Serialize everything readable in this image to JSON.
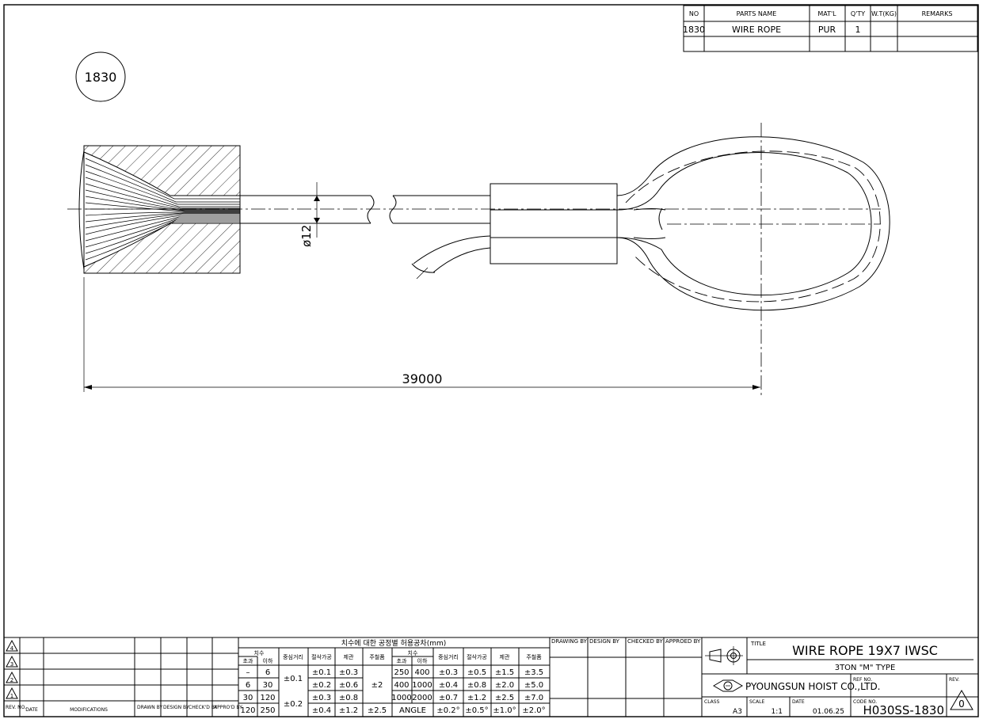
{
  "parts_list": {
    "headers": [
      "NO",
      "PARTS NAME",
      "MAT'L",
      "Q'TY",
      "W.T(KG)",
      "REMARKS"
    ],
    "rows": [
      [
        "1830",
        "WIRE ROPE",
        "PUR",
        "1",
        "",
        ""
      ]
    ]
  },
  "drawing": {
    "balloon": "1830",
    "dia_label": "ø12",
    "length_label": "39000"
  },
  "revisions": {
    "marks": [
      "4",
      "3",
      "2",
      "1"
    ],
    "footer": [
      "REV. NO.",
      "DATE",
      "MODIFICATIONS",
      "DRAWN BY",
      "DESIGN BY",
      "CHECK'D BY",
      "APPRO'D BY"
    ]
  },
  "tolerance": {
    "title": "치수에 대한 공정별 허용공차(mm)",
    "left_head": [
      "치수",
      "초과",
      "이하",
      "중심거리",
      "절삭가공",
      "제관",
      "주철품"
    ],
    "right_head": [
      "치수",
      "초과",
      "이하",
      "중심거리",
      "절삭가공",
      "제관",
      "주철품"
    ],
    "left_rows": [
      [
        "–",
        "6",
        "±0.1",
        "±0.3"
      ],
      [
        "6",
        "30",
        "±0.2",
        "±0.6"
      ],
      [
        "30",
        "120",
        "±0.3",
        "±0.8"
      ],
      [
        "120",
        "250",
        "±0.4",
        "±1.2"
      ]
    ],
    "left_center": [
      "±0.1",
      "±0.2"
    ],
    "left_cast": [
      "±2",
      "±2.5"
    ],
    "right_rows": [
      [
        "250",
        "400",
        "±0.3",
        "±0.5",
        "±1.5",
        "±3.5"
      ],
      [
        "400",
        "1000",
        "±0.4",
        "±0.8",
        "±2.0",
        "±5.0"
      ],
      [
        "1000",
        "2000",
        "±0.7",
        "±1.2",
        "±2.5",
        "±7.0"
      ],
      [
        "ANGLE",
        "",
        "±0.2°",
        "±0.5°",
        "±1.0°",
        "±2.0°"
      ]
    ]
  },
  "approvals": [
    "DRAWING BY",
    "DESIGN BY",
    "CHECKED BY",
    "APPROED BY"
  ],
  "title_block": {
    "title_label": "TITLE",
    "title": "WIRE ROPE 19X7 IWSC",
    "subtitle": "3TON \"M\" TYPE",
    "company": "PYOUNGSUN HOIST CO.,LTD.",
    "ref_label": "REF NO.",
    "rev_label": "REV.",
    "rev": "0",
    "class_label": "CLASS",
    "class": "A3",
    "scale_label": "SCALE",
    "scale": "1:1",
    "date_label": "DATE",
    "date": "01.06.25",
    "code_label": "CODE NO.",
    "code": "H030SS-1830"
  },
  "icons": [
    "third-angle-projection-icon",
    "company-logo-icon"
  ]
}
